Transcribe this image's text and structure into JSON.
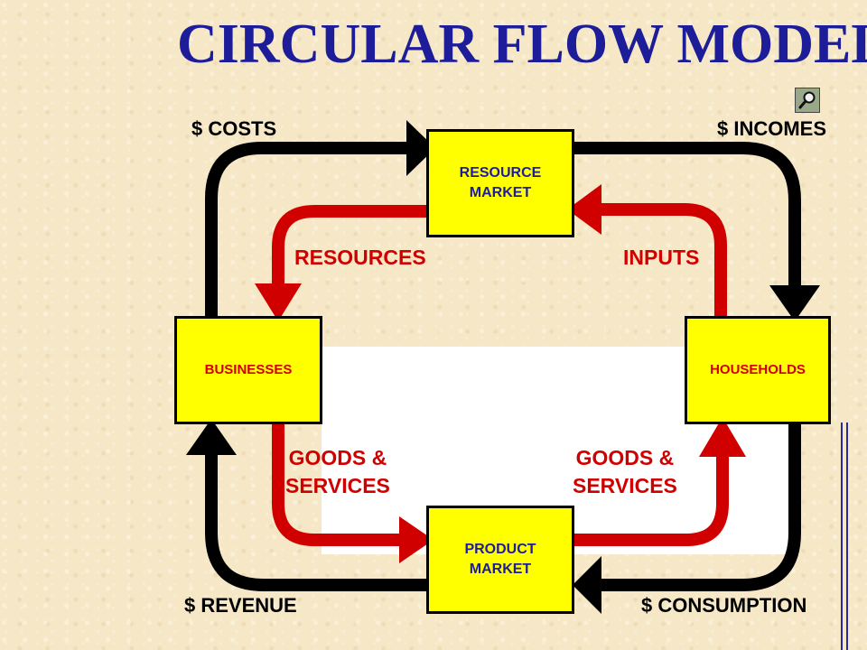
{
  "title": "CIRCULAR FLOW MODEL",
  "nodes": {
    "resource_market": "RESOURCE\nMARKET",
    "product_market": "PRODUCT\nMARKET",
    "businesses": "BUSINESSES",
    "households": "HOUSEHOLDS"
  },
  "money_flows": {
    "costs": "$ COSTS",
    "incomes": "$ INCOMES",
    "revenue": "$ REVENUE",
    "consumption": "$ CONSUMPTION"
  },
  "real_flows": {
    "resources": "RESOURCES",
    "inputs": "INPUTS",
    "goods_services_left": "GOODS &\nSERVICES",
    "goods_services_right": "GOODS &\nSERVICES"
  },
  "colors": {
    "title": "#1d1d9a",
    "box_fill": "#ffff00",
    "money_flow": "#000000",
    "real_flow": "#d10000",
    "background": "#f6e8c6"
  },
  "icons": [
    "magnify-icon"
  ]
}
